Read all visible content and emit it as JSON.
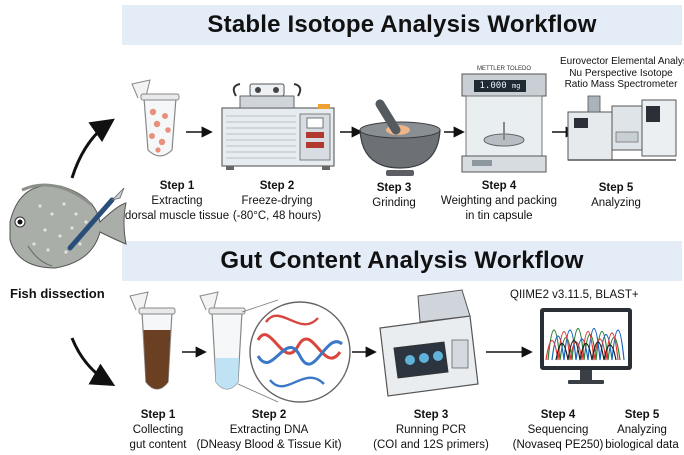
{
  "top_workflow": {
    "title": "Stable Isotope Analysis Workflow",
    "instrument_caption": [
      "Eurovector Elemental Analyser with",
      "Nu Perspective Isotope",
      "Ratio Mass Spectrometer"
    ],
    "balance_display": "1.000",
    "balance_unit": "mg",
    "balance_brand": "METTLER TOLEDO",
    "steps": [
      {
        "num": "Step 1",
        "lines": [
          "Extracting",
          "dorsal muscle tissue"
        ]
      },
      {
        "num": "Step 2",
        "lines": [
          "Freeze-drying",
          "(-80°C, 48 hours)"
        ]
      },
      {
        "num": "Step 3",
        "lines": [
          "Grinding"
        ]
      },
      {
        "num": "Step 4",
        "lines": [
          "Weighting and packing",
          "in tin capsule"
        ]
      },
      {
        "num": "Step 5",
        "lines": [
          "Analyzing"
        ]
      }
    ]
  },
  "bottom_workflow": {
    "title": "Gut Content Analysis Workflow",
    "software_caption": "QIIME2 v3.11.5, BLAST+",
    "steps": [
      {
        "num": "Step 1",
        "lines": [
          "Collecting",
          "gut content"
        ]
      },
      {
        "num": "Step 2",
        "lines": [
          "Extracting DNA",
          "(DNeasy Blood & Tissue Kit)"
        ]
      },
      {
        "num": "Step 3",
        "lines": [
          "Running PCR",
          "(COI and 12S primers)"
        ]
      },
      {
        "num": "Step 4",
        "lines": [
          "Sequencing",
          "(Novaseq PE250)"
        ]
      },
      {
        "num": "Step 5",
        "lines": [
          "Analyzing",
          "biological data"
        ]
      }
    ]
  },
  "fish_label": "Fish dissection",
  "colors": {
    "banner": "#e4ecf8",
    "tissue": "#e8907a",
    "gut_content": "#6b3f22",
    "dna_buffer": "#bfe3f5",
    "dna_strand_a": "#d9463d",
    "dna_strand_b": "#3a78c8",
    "trace_colors": [
      "#2e7d32",
      "#1565c0",
      "#e53935",
      "#212121"
    ]
  }
}
